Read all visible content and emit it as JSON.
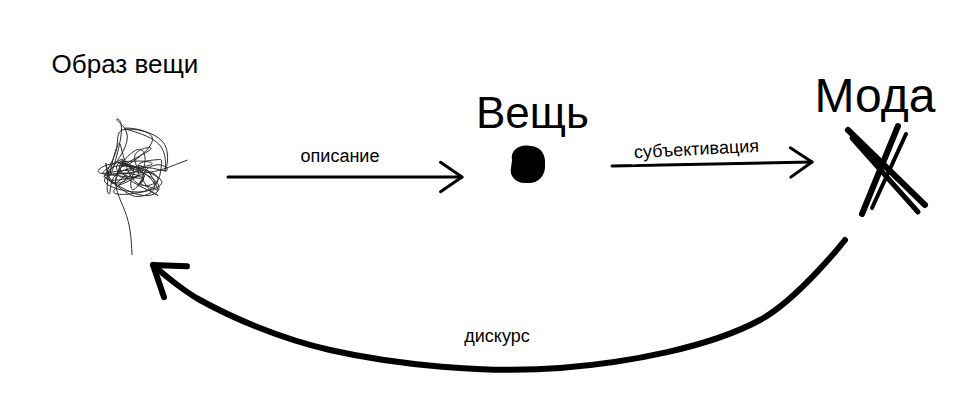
{
  "diagram": {
    "nodes": [
      {
        "text": [
          "Образ вещи"
        ]
      },
      {
        "text": [
          "Вещь"
        ]
      },
      {
        "text": [
          "Мода"
        ]
      }
    ],
    "edges": [
      {
        "from": 0,
        "to": 1,
        "arrow": "to",
        "label": "описание"
      },
      {
        "from": 1,
        "to": 2,
        "arrow": "to",
        "label": "субъективация"
      },
      {
        "from": 2,
        "to": 0,
        "arrow": "to",
        "label": "дискурс"
      }
    ]
  }
}
